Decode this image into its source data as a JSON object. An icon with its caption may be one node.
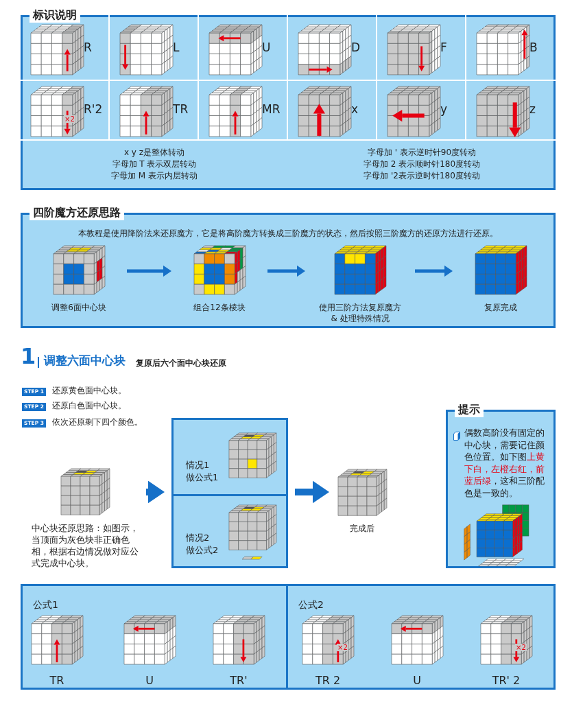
{
  "diagram": {
    "nodes": [
      {
        "text": [
          "标识说明"
        ]
      },
      {
        "text": [
          "R"
        ],
        "in": 0
      },
      {
        "text": [
          "L"
        ],
        "in": 0
      },
      {
        "text": [
          "U"
        ],
        "in": 0
      },
      {
        "text": [
          "D"
        ],
        "in": 0
      },
      {
        "text": [
          "F"
        ],
        "in": 0
      },
      {
        "text": [
          "B"
        ],
        "in": 0
      },
      {
        "text": [
          "R'2",
          "×2"
        ],
        "in": 0
      },
      {
        "text": [
          "TR"
        ],
        "in": 0
      },
      {
        "text": [
          "MR"
        ],
        "in": 0
      },
      {
        "text": [
          "x"
        ],
        "in": 0
      },
      {
        "text": [
          "y"
        ],
        "in": 0
      },
      {
        "text": [
          "z"
        ],
        "in": 0
      },
      {
        "text": [
          "x y z是整体转动",
          "字母加 T 表示双层转动",
          "字母加 M 表示内层转动",
          "字母加 ' 表示逆时针90度转动",
          "字母加 2 表示顺时针180度转动",
          "字母加 '2表示逆时针180度转动"
        ],
        "in": 0
      },
      {
        "text": [
          "四阶魔方还原思路",
          "本教程是使用降阶法来还原魔方，它是将高阶魔方转换成三阶魔方的状态，然后按照三阶魔方的还原方法进行还原。"
        ]
      },
      {
        "text": [
          "调整6面中心块"
        ],
        "in": 14
      },
      {
        "text": [
          "组合12条棱块"
        ],
        "in": 14
      },
      {
        "text": [
          "使用三阶方法复原魔方& 处理特殊情况"
        ],
        "in": 14
      },
      {
        "text": [
          "复原完成"
        ],
        "in": 14
      },
      {
        "text": [
          "中心块还原思路：如图示，当顶面为灰色块非正确色相，根据右边情况做对应公式完成中心块。"
        ]
      },
      {
        "text": [],
        "shape": "box"
      },
      {
        "text": [
          "情况1",
          "做公式1"
        ],
        "in": 20
      },
      {
        "text": [
          "情况2",
          "做公式2"
        ],
        "in": 20
      },
      {
        "text": [
          "完成后"
        ]
      },
      {
        "text": [
          "提示",
          "偶数高阶没有固定的中心块，需要记住颜色位置。如下图",
          "上黄下白，左橙右红，前蓝后绿",
          "，这和三阶配色是一致的。"
        ]
      },
      {
        "text": [
          "公式1"
        ]
      },
      {
        "text": [
          "TR"
        ],
        "in": 25
      },
      {
        "text": [
          "U"
        ],
        "in": 25
      },
      {
        "text": [
          "TR'"
        ],
        "in": 25
      },
      {
        "text": [
          "公式2"
        ]
      },
      {
        "text": [
          "×2",
          "TR 2"
        ],
        "in": 29
      },
      {
        "text": [
          "U"
        ],
        "in": 29
      },
      {
        "text": [
          "×2",
          "TR' 2"
        ],
        "in": 29
      }
    ],
    "edges": [
      {
        "from": 15,
        "to": 16,
        "arrow": "to"
      },
      {
        "from": 16,
        "to": 17,
        "arrow": "to"
      },
      {
        "from": 17,
        "to": 18,
        "arrow": "to"
      },
      {
        "from": 19,
        "to": 20,
        "arrow": "to",
        "style": "thick"
      },
      {
        "from": 20,
        "to": 23,
        "arrow": "to",
        "style": "thick"
      }
    ],
    "labels": [
      "1",
      "调整六面中心块",
      "复原后六个面中心块还原",
      "STEP 1",
      "还原黄色面中心块。",
      "STEP 2",
      "还原白色面中心块。",
      "STEP 3",
      "依次还原剩下四个颜色。"
    ]
  }
}
